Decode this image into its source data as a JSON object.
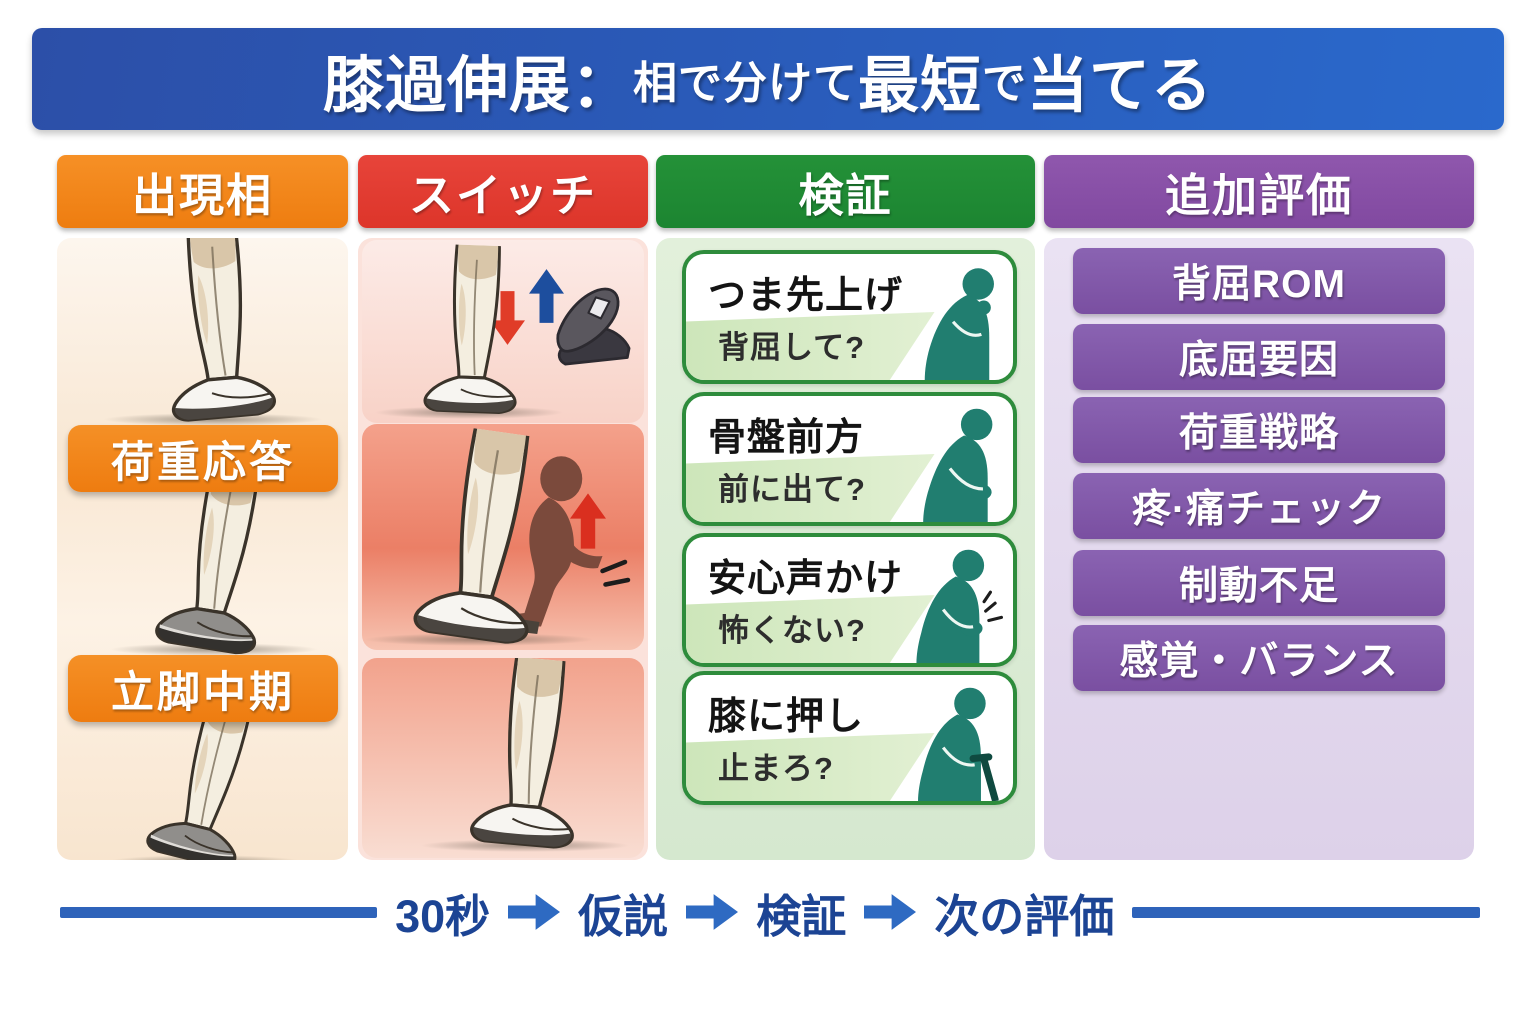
{
  "title": {
    "segments": [
      {
        "text": "膝過伸展：",
        "size": "big"
      },
      {
        "text": "相で分けて",
        "size": "small"
      },
      {
        "text": "最短",
        "size": "big"
      },
      {
        "text": "で",
        "size": "small"
      },
      {
        "text": "当てる",
        "size": "big"
      }
    ]
  },
  "columns": {
    "phase": {
      "label": "出現相",
      "items": [
        "荷重応答",
        "立脚中期"
      ]
    },
    "switch": {
      "label": "スイッチ"
    },
    "verify": {
      "label": "検証",
      "cards": [
        {
          "title": "つま先上げ",
          "question": "背屈して?"
        },
        {
          "title": "骨盤前方",
          "question": "前に出て?"
        },
        {
          "title": "安心声かけ",
          "question": "怖くない?"
        },
        {
          "title": "膝に押し",
          "question": "止まろ?"
        }
      ]
    },
    "extra": {
      "label": "追加評価",
      "items": [
        "背屈ROM",
        "底屈要因",
        "荷重戦略",
        "疼·痛チェック",
        "制動不足",
        "感覚・バランス"
      ]
    }
  },
  "timeline": {
    "steps": [
      "30秒",
      "仮説",
      "検証",
      "次の評価"
    ]
  },
  "colors": {
    "title_blue": "#2a5ab8",
    "phase_orange": "#f08418",
    "switch_red": "#e23b30",
    "verify_green": "#1f8c36",
    "extra_purple": "#8a51a8",
    "extra_bar_purple": "#7d54a4",
    "card_border_green": "#2e8c3c",
    "silhouette_teal": "#217e70",
    "silhouette_brown": "#7b4a3c",
    "timeline_blue": "#2e63ba",
    "timeline_text_blue": "#1c4494"
  }
}
